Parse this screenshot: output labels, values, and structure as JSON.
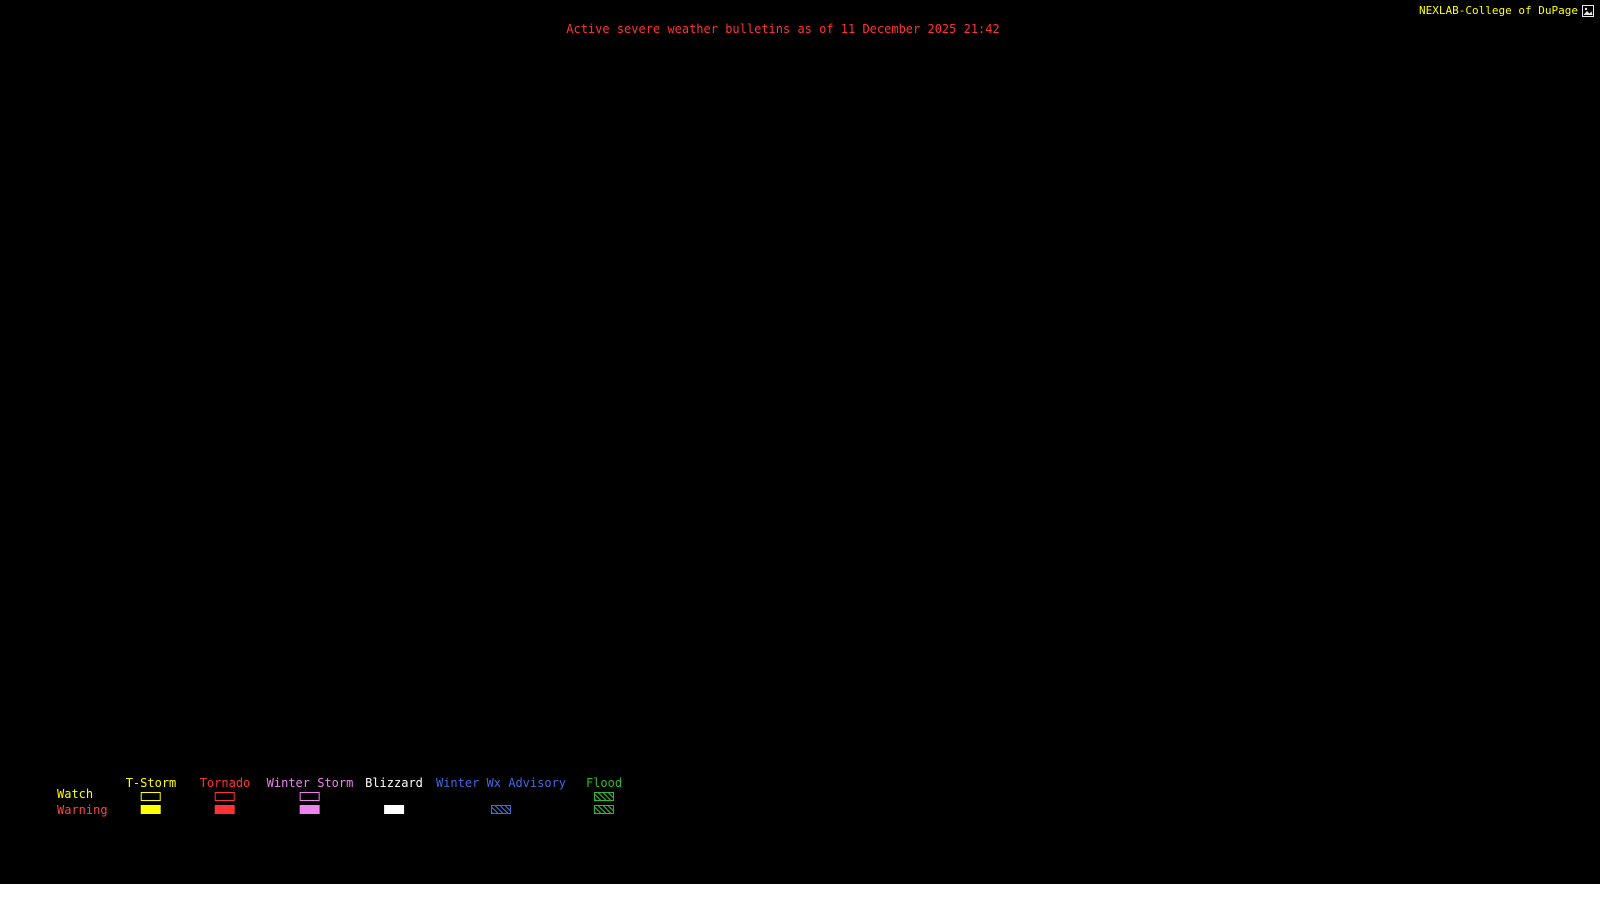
{
  "header": {
    "branding": "NEXLAB-College of DuPage",
    "branding_color": "#ffff00",
    "title": "Active severe weather bulletins as of 11 December 2025 21:42",
    "title_color": "#ff3333"
  },
  "map": {
    "background_color": "#000000",
    "active_bulletins_drawn": "none"
  },
  "legend": {
    "rows": [
      {
        "label": "Watch",
        "color": "#ffff00"
      },
      {
        "label": "Warning",
        "color": "#ff4444"
      }
    ],
    "columns": [
      {
        "label": "T-Storm",
        "color": "#ffff00",
        "watch_style": "outline",
        "warning_style": "fill"
      },
      {
        "label": "Tornado",
        "color": "#ff3333",
        "watch_style": "outline",
        "warning_style": "fill"
      },
      {
        "label": "Winter Storm",
        "color": "#ee82ee",
        "watch_style": "outline",
        "warning_style": "fill"
      },
      {
        "label": "Blizzard",
        "color": "#ffffff",
        "watch_style": "none",
        "warning_style": "fill"
      },
      {
        "label": "Winter Wx Advisory",
        "color": "#4169e1",
        "watch_style": "none",
        "warning_style": "hatch"
      },
      {
        "label": "Flood",
        "color": "#2dbb2d",
        "watch_style": "hatch",
        "warning_style": "hatch"
      }
    ]
  }
}
